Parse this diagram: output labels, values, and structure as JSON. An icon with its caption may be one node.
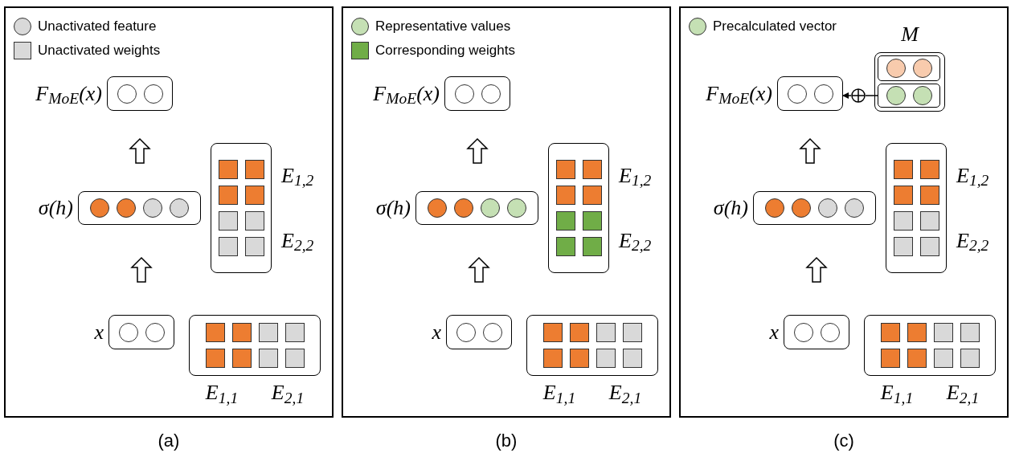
{
  "diagram": {
    "nodes": [
      {
        "text": [],
        "shape": "box",
        "beside": [
          "(a)"
        ]
      },
      {
        "text": [
          "F$_{MoE}$(x)"
        ],
        "in": 0
      },
      {
        "text": [
          "σ(h)"
        ],
        "in": 0
      },
      {
        "text": [
          "E$_{1,2}$",
          "E$_{2,2}$"
        ],
        "in": 0
      },
      {
        "text": [
          "x"
        ],
        "in": 0
      },
      {
        "text": [
          "E$_{1,1}$",
          "E$_{2,1}$"
        ],
        "in": 0
      },
      {
        "text": [],
        "shape": "box",
        "beside": [
          "(b)"
        ]
      },
      {
        "text": [
          "F$_{MoE}$(x)"
        ],
        "in": 6
      },
      {
        "text": [
          "σ(h)"
        ],
        "in": 6
      },
      {
        "text": [
          "E$_{1,2}$",
          "E$_{2,2}$"
        ],
        "in": 6
      },
      {
        "text": [
          "x"
        ],
        "in": 6
      },
      {
        "text": [
          "E$_{1,1}$",
          "E$_{2,1}$"
        ],
        "in": 6
      },
      {
        "text": [],
        "shape": "box",
        "beside": [
          "(c)"
        ]
      },
      {
        "text": [
          "M"
        ],
        "in": 12
      },
      {
        "text": [],
        "shape": "box",
        "in": 13
      },
      {
        "text": [],
        "shape": "box",
        "in": 13
      },
      {
        "text": [
          "F$_{MoE}$(x)"
        ],
        "in": 12
      },
      {
        "text": [],
        "shape": "circle",
        "in": 12
      },
      {
        "text": [
          "σ(h)"
        ],
        "in": 12
      },
      {
        "text": [
          "E$_{1,2}$",
          "E$_{2,2}$"
        ],
        "in": 12
      },
      {
        "text": [
          "x"
        ],
        "in": 12
      },
      {
        "text": [
          "E$_{1,1}$",
          "E$_{2,1}$"
        ],
        "in": 12
      }
    ],
    "edges": [
      {
        "from": 4,
        "to": 2,
        "arrow": "to",
        "style": "thick"
      },
      {
        "from": 2,
        "to": 1,
        "arrow": "to",
        "style": "thick"
      },
      {
        "from": 10,
        "to": 8,
        "arrow": "to",
        "style": "thick"
      },
      {
        "from": 8,
        "to": 7,
        "arrow": "to",
        "style": "thick"
      },
      {
        "from": 20,
        "to": 18,
        "arrow": "to",
        "style": "thick"
      },
      {
        "from": 18,
        "to": 16,
        "arrow": "to",
        "style": "thick"
      },
      {
        "from": 15,
        "to": 17,
        "arrow": "none"
      },
      {
        "from": 17,
        "to": 16,
        "arrow": "to"
      }
    ],
    "legend": [
      {
        "text": "Unactivated feature",
        "color": "#d9d9d9"
      },
      {
        "text": "Unactivated weights",
        "color": "#d9d9d9"
      },
      {
        "text": "Representative values",
        "color": "#c5e0b4"
      },
      {
        "text": "Corresponding weights",
        "color": "#70ad47"
      },
      {
        "text": "Precalculated vector",
        "color": "#c5e0b4"
      }
    ]
  }
}
